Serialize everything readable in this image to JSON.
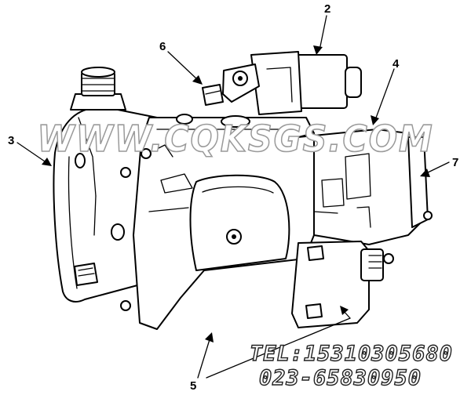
{
  "callouts": [
    {
      "id": "1",
      "label": "2"
    },
    {
      "id": "2",
      "label": "6"
    },
    {
      "id": "3",
      "label": "4"
    },
    {
      "id": "4",
      "label": "3"
    },
    {
      "id": "5",
      "label": "7"
    },
    {
      "id": "6",
      "label": "5"
    }
  ],
  "watermark": {
    "text": "WWW.CQKSGS.COM"
  },
  "contact": {
    "tel": "TEL:15310305680",
    "phone": "023-65830950"
  }
}
